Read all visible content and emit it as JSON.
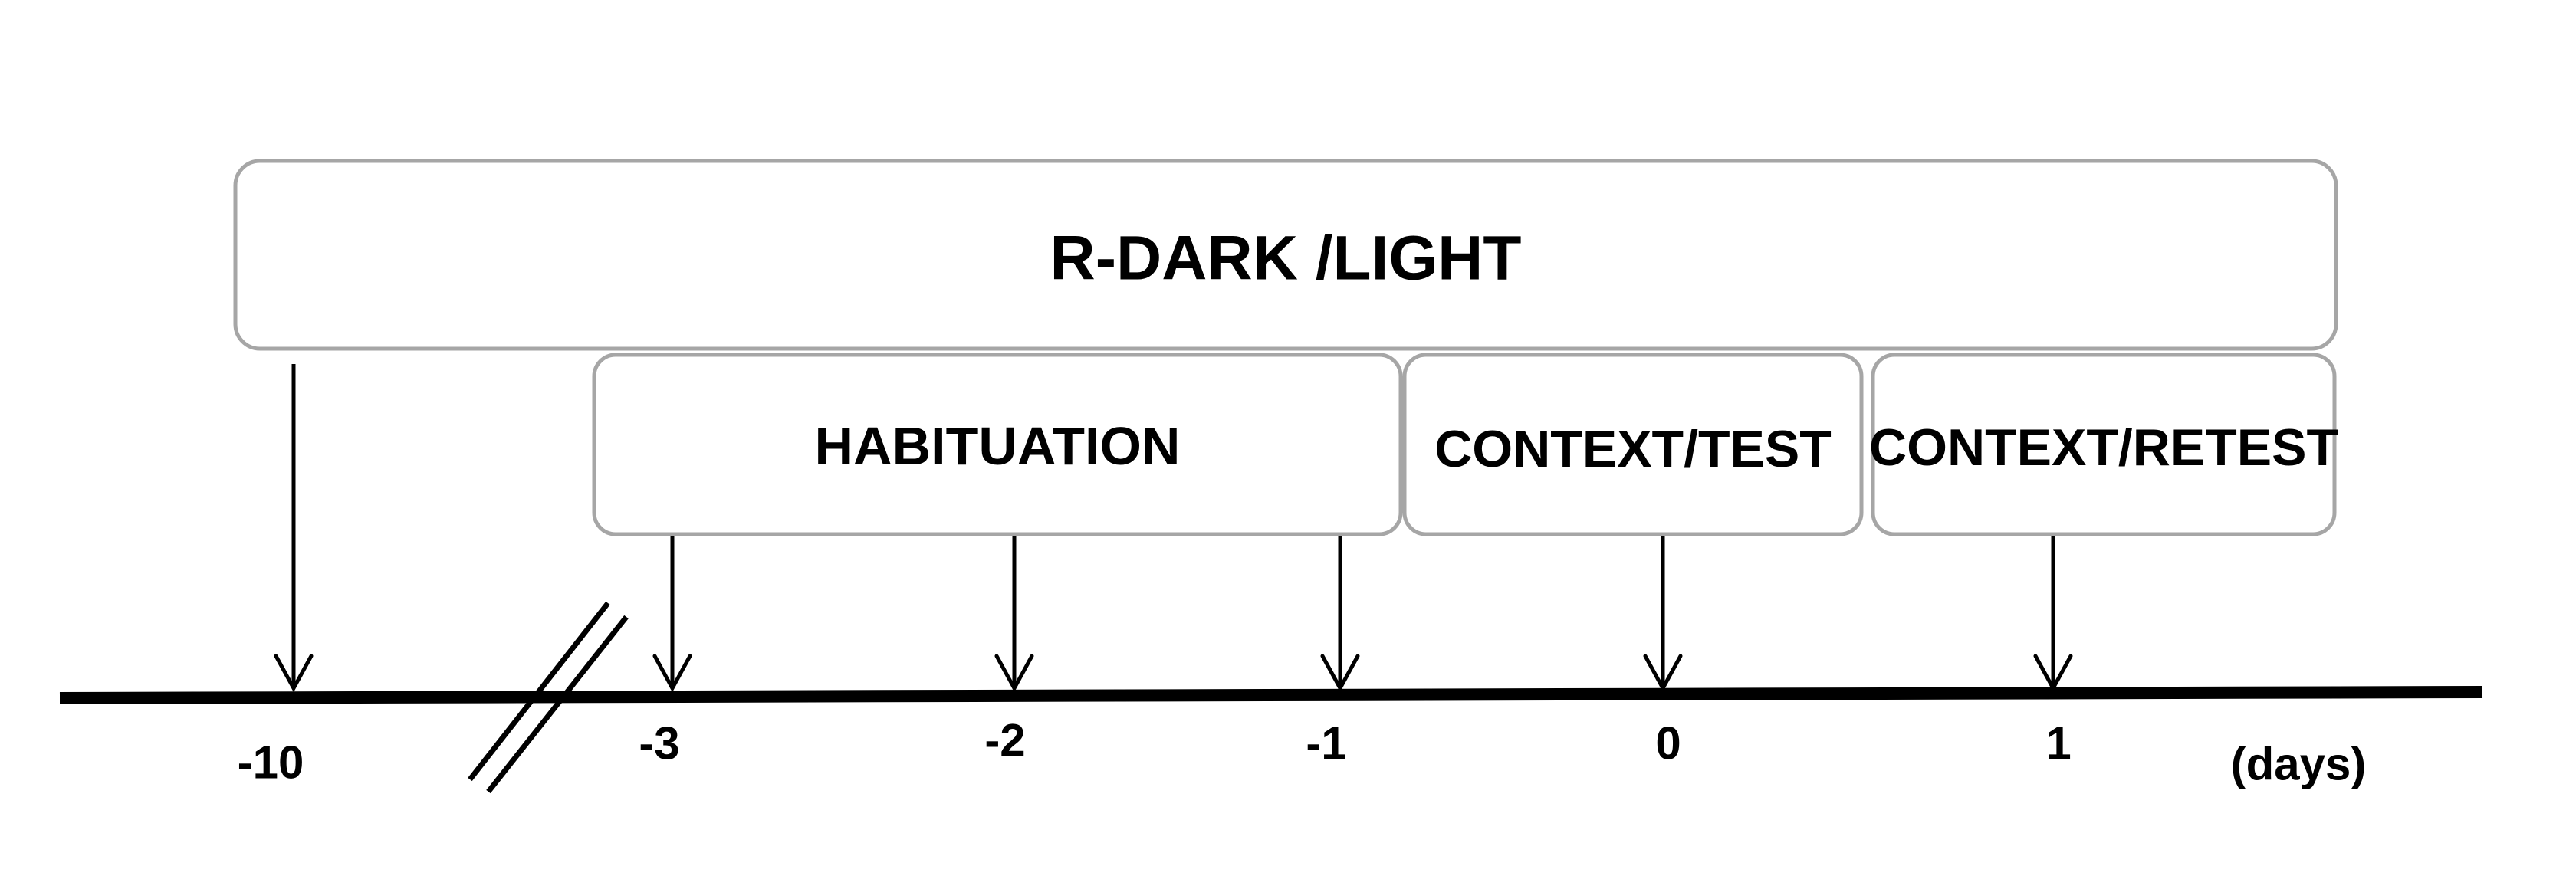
{
  "phases": {
    "r_dark_light": "R-DARK /LIGHT",
    "habituation": "HABITUATION",
    "context_test": "CONTEXT/TEST",
    "context_retest": "CONTEXT/RETEST"
  },
  "timeline": {
    "ticks": [
      "-10",
      "-3",
      "-2",
      "-1",
      "0",
      "1"
    ],
    "unit": "(days)",
    "axis_break_between": [
      "-10",
      "-3"
    ]
  },
  "colors": {
    "box_border": "#a6a6a6",
    "line": "#000000",
    "text": "#000000"
  }
}
